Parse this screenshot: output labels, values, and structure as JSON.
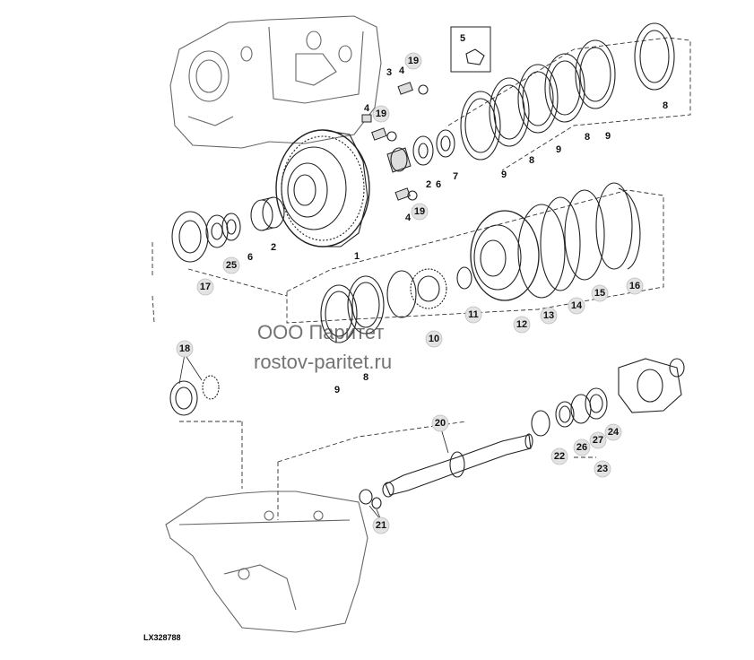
{
  "figure_id": "LX328788",
  "watermark": {
    "line1": "ООО Паритет",
    "line2": "rostov-paritet.ru"
  },
  "callouts": [
    {
      "id": "c1",
      "label": "1",
      "style": "plain"
    },
    {
      "id": "c2a",
      "label": "2",
      "style": "plain"
    },
    {
      "id": "c2b",
      "label": "2",
      "style": "plain"
    },
    {
      "id": "c3",
      "label": "3",
      "style": "plain"
    },
    {
      "id": "c4a",
      "label": "4",
      "style": "plain"
    },
    {
      "id": "c4b",
      "label": "4",
      "style": "plain"
    },
    {
      "id": "c4c",
      "label": "4",
      "style": "plain"
    },
    {
      "id": "c5",
      "label": "5",
      "style": "boxed"
    },
    {
      "id": "c6a",
      "label": "6",
      "style": "plain"
    },
    {
      "id": "c6b",
      "label": "6",
      "style": "plain"
    },
    {
      "id": "c7",
      "label": "7",
      "style": "plain"
    },
    {
      "id": "c8a",
      "label": "8",
      "style": "plain"
    },
    {
      "id": "c8b",
      "label": "8",
      "style": "plain"
    },
    {
      "id": "c8c",
      "label": "8",
      "style": "plain"
    },
    {
      "id": "c8d",
      "label": "8",
      "style": "plain"
    },
    {
      "id": "c9a",
      "label": "9",
      "style": "plain"
    },
    {
      "id": "c9b",
      "label": "9",
      "style": "plain"
    },
    {
      "id": "c9c",
      "label": "9",
      "style": "plain"
    },
    {
      "id": "c9d",
      "label": "9",
      "style": "plain"
    },
    {
      "id": "c10",
      "label": "10",
      "style": "circled"
    },
    {
      "id": "c11",
      "label": "11",
      "style": "circled"
    },
    {
      "id": "c12",
      "label": "12",
      "style": "circled"
    },
    {
      "id": "c13",
      "label": "13",
      "style": "circled"
    },
    {
      "id": "c14",
      "label": "14",
      "style": "circled"
    },
    {
      "id": "c15",
      "label": "15",
      "style": "circled"
    },
    {
      "id": "c16",
      "label": "16",
      "style": "circled"
    },
    {
      "id": "c17",
      "label": "17",
      "style": "circled"
    },
    {
      "id": "c18",
      "label": "18",
      "style": "circled"
    },
    {
      "id": "c19a",
      "label": "19",
      "style": "circled"
    },
    {
      "id": "c19b",
      "label": "19",
      "style": "circled"
    },
    {
      "id": "c19c",
      "label": "19",
      "style": "circled"
    },
    {
      "id": "c20",
      "label": "20",
      "style": "circled"
    },
    {
      "id": "c21",
      "label": "21",
      "style": "circled"
    },
    {
      "id": "c22",
      "label": "22",
      "style": "circled"
    },
    {
      "id": "c23",
      "label": "23",
      "style": "circled"
    },
    {
      "id": "c24",
      "label": "24",
      "style": "circled"
    },
    {
      "id": "c25",
      "label": "25",
      "style": "circled"
    },
    {
      "id": "c26",
      "label": "26",
      "style": "circled"
    },
    {
      "id": "c27",
      "label": "27",
      "style": "circled"
    }
  ]
}
